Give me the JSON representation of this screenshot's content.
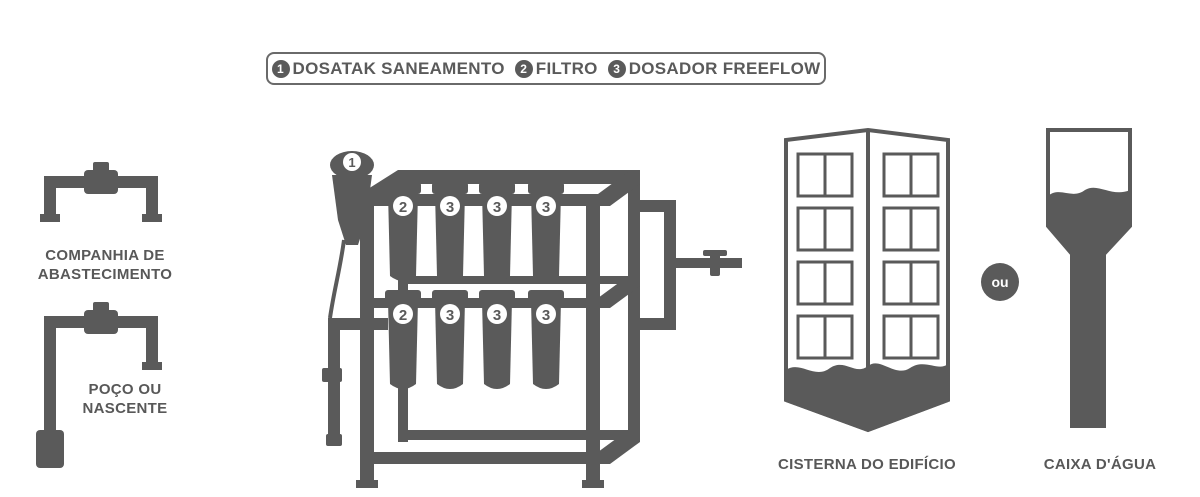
{
  "legend": {
    "items": [
      {
        "num": "1",
        "label": "DOSATAK SANEAMENTO"
      },
      {
        "num": "2",
        "label": "FILTRO"
      },
      {
        "num": "3",
        "label": "DOSADOR FREEFLOW"
      }
    ]
  },
  "sources": {
    "utility": {
      "line1": "COMPANHIA DE",
      "line2": "ABASTECIMENTO"
    },
    "well": {
      "line1": "POÇO OU",
      "line2": "NASCENTE"
    }
  },
  "rack": {
    "doser_num": "1",
    "top_row": [
      "2",
      "3",
      "3",
      "3"
    ],
    "bottom_row": [
      "2",
      "3",
      "3",
      "3"
    ]
  },
  "destinations": {
    "cistern": "CISTERNA DO EDIFÍCIO",
    "or": "ou",
    "tank": "CAIXA D'ÁGUA"
  },
  "colors": {
    "main": "#5a5a5a",
    "bg": "#ffffff"
  }
}
